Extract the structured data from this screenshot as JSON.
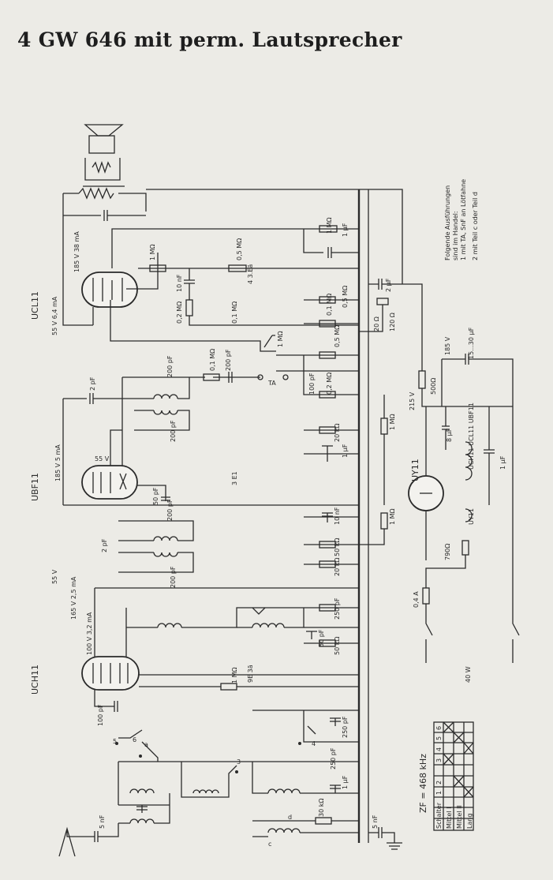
{
  "title": "4 GW 646 mit perm. Lautsprecher",
  "tubes": [
    {
      "name": "UCL11",
      "label": "UCL11",
      "bias": "55 V 6,4 mA",
      "plate": "185 V 38 mA"
    },
    {
      "name": "UBF11",
      "label": "UBF11",
      "bias": "55 V",
      "plate": "185 V 5 mA"
    },
    {
      "name": "UCH11",
      "label": "UCH11",
      "bias": "165 V 2,5 mA",
      "plate": "100 V 3,2 mA"
    },
    {
      "name": "UY11",
      "label": "UY11"
    }
  ],
  "note": {
    "lines": [
      "Folgende Ausführungen",
      "sind im Handel:",
      "1 mit TA, SnF an Lötfahne",
      "2 mit Teil c oder Teil d"
    ]
  },
  "supply": {
    "voltage1": "215 V",
    "voltage2": "185 V",
    "cap": "15...30 µF",
    "res": "500Ω",
    "heater_res": "790Ω",
    "fuse": "0,4 A",
    "power": "40 W"
  },
  "if_freq": "ZF = 468 kHz",
  "switch_table": {
    "header": [
      "Schalter",
      "1",
      "2",
      "3",
      "4",
      "5",
      "6"
    ],
    "rows": [
      "Mittel I",
      "Mittel II",
      "Lang"
    ]
  },
  "components": {
    "c_5nf_top": "5 nF",
    "r_1mohm": "1 MΩ",
    "c_10nf": "10 nF",
    "r_0_5mohm": "0,5 MΩ",
    "r_0_2mohm": "0,2 MΩ",
    "r_0_1mohm": "0,1 MΩ",
    "c_2uf": "2 µF",
    "r_20ohm": "20 Ω",
    "r_120ohm": "120 Ω",
    "c_200pf": "200 pF",
    "c_50pf": "50 pF",
    "c_2pf": "2 pF",
    "c_100pf": "100 pF",
    "c_250pf": "250 pF",
    "r_50kohm": "50 kΩ",
    "r_20kohm": "20 kΩ",
    "r_30kohm": "30 kΩ",
    "c_5nf": "5 nF",
    "c_1uf": "1 µF",
    "c_8uf": "8 µF",
    "ta": "TA",
    "cathode_text1": "4 3.Eä",
    "cathode_text2": "3 E1",
    "cathode_text3": "9E 3ä",
    "heater_chain": "UCH11 UCL11 UBF11",
    "label_a": "a",
    "label_c": "c",
    "label_d": "d"
  }
}
